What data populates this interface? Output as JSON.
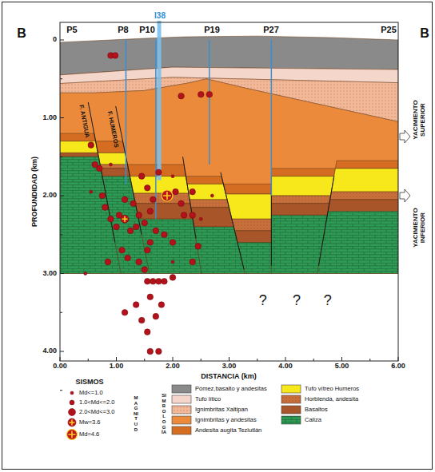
{
  "diagram": {
    "labels": [
      "B",
      "B",
      "P5",
      "P8",
      "P10",
      "I38",
      "P19",
      "P27",
      "P25",
      "PROFUNDIDAD (km)",
      "0",
      "1.00",
      "2.00",
      "3.00",
      "4.00",
      "DISTANCIA (km)",
      "0.00",
      "1.00",
      "2.00",
      "3.00",
      "4.00",
      "5.00",
      "6.00",
      "F. ANTIGUA",
      "F. HUMEROS",
      "?",
      "?",
      "?",
      "YACIMIENTO SUPERIOR",
      "YACIMIENTO INFERIOR",
      "SISMOS",
      "MAGNITUD",
      "SIMBOLOGÍA"
    ],
    "legend": [
      {
        "text": "Md<=1.0"
      },
      {
        "text": "1.0<Md<=2.0"
      },
      {
        "text": "2.0<Md<=3.0"
      },
      {
        "text": "Mw=3.6"
      },
      {
        "text": "Md=4.6"
      },
      {
        "text": "Pómez,basalto y andesitas",
        "color": "#8a8a8a"
      },
      {
        "text": "Tufo lítico",
        "color": "#f5d6ca"
      },
      {
        "text": "Ignimbritas Xaltipan",
        "color": "#f2b898"
      },
      {
        "text": "Ignimbritas y andesitas",
        "color": "#ec8a3c"
      },
      {
        "text": "Andesita augita Teziutlán",
        "color": "#d46d22"
      },
      {
        "text": "Tufo vítreo Humeros",
        "color": "#f7e81c"
      },
      {
        "text": "Horblenda, andesita",
        "color": "#c8703c"
      },
      {
        "text": "Basaltos",
        "color": "#a8552a"
      },
      {
        "text": "Caliza",
        "color": "#2f9a55"
      }
    ]
  }
}
